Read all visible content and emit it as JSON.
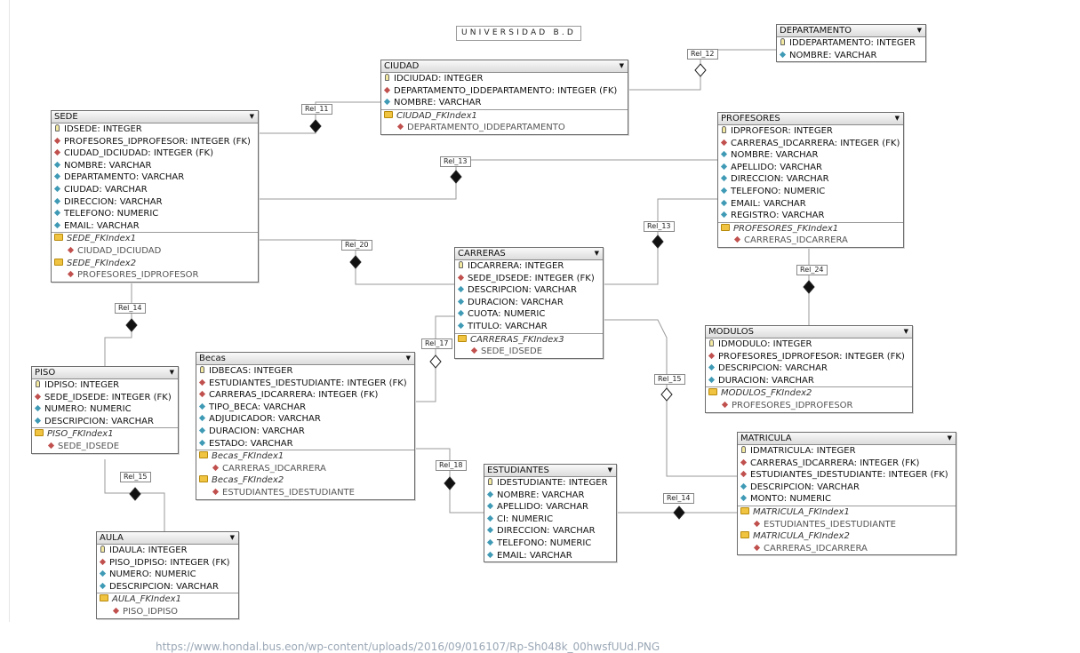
{
  "title": "UNIVERSIDAD B.D",
  "caption": "https://www.hondal.bus.eon/wp-content/uploads/2016/09/016107/Rp-Sh048k_00hwsfUUd.PNG",
  "icons": {
    "pk": "key-icon",
    "fk": "red-diamond-icon",
    "attr": "blue-diamond-icon",
    "index": "index-folder-icon",
    "dropdown": "chevron-down-icon"
  },
  "entities": {
    "departamento": {
      "name": "DEPARTAMENTO",
      "fields": [
        "IDDEPARTAMENTO: INTEGER",
        "NOMBRE: VARCHAR"
      ],
      "indexes": []
    },
    "ciudad": {
      "name": "CIUDAD",
      "fields": [
        "IDCIUDAD: INTEGER",
        "DEPARTAMENTO_IDDEPARTAMENTO: INTEGER (FK)",
        "NOMBRE: VARCHAR"
      ],
      "indexes": [
        {
          "name": "CIUDAD_FKIndex1",
          "cols": [
            "DEPARTAMENTO_IDDEPARTAMENTO"
          ]
        }
      ]
    },
    "sede": {
      "name": "SEDE",
      "fields": [
        "IDSEDE: INTEGER",
        "PROFESORES_IDPROFESOR: INTEGER (FK)",
        "CIUDAD_IDCIUDAD: INTEGER (FK)",
        "NOMBRE: VARCHAR",
        "DEPARTAMENTO: VARCHAR",
        "CIUDAD: VARCHAR",
        "DIRECCION: VARCHAR",
        "TELEFONO: NUMERIC",
        "EMAIL: VARCHAR"
      ],
      "indexes": [
        {
          "name": "SEDE_FKIndex1",
          "cols": [
            "CIUDAD_IDCIUDAD"
          ]
        },
        {
          "name": "SEDE_FKIndex2",
          "cols": [
            "PROFESORES_IDPROFESOR"
          ]
        }
      ]
    },
    "profesores": {
      "name": "PROFESORES",
      "fields": [
        "IDPROFESOR: INTEGER",
        "CARRERAS_IDCARRERA: INTEGER (FK)",
        "NOMBRE: VARCHAR",
        "APELLIDO: VARCHAR",
        "DIRECCION: VARCHAR",
        "TELEFONO: NUMERIC",
        "EMAIL: VARCHAR",
        "REGISTRO: VARCHAR"
      ],
      "indexes": [
        {
          "name": "PROFESORES_FKIndex1",
          "cols": [
            "CARRERAS_IDCARRERA"
          ]
        }
      ]
    },
    "carreras": {
      "name": "CARRERAS",
      "fields": [
        "IDCARRERA: INTEGER",
        "SEDE_IDSEDE: INTEGER (FK)",
        "DESCRIPCION: VARCHAR",
        "DURACION: VARCHAR",
        "CUOTA: NUMERIC",
        "TITULO: VARCHAR"
      ],
      "indexes": [
        {
          "name": "CARRERAS_FKIndex3",
          "cols": [
            "SEDE_IDSEDE"
          ]
        }
      ]
    },
    "modulos": {
      "name": "MODULOS",
      "fields": [
        "IDMODULO: INTEGER",
        "PROFESORES_IDPROFESOR: INTEGER (FK)",
        "DESCRIPCION: VARCHAR",
        "DURACION: VARCHAR"
      ],
      "indexes": [
        {
          "name": "MODULOS_FKIndex2",
          "cols": [
            "PROFESORES_IDPROFESOR"
          ]
        }
      ]
    },
    "piso": {
      "name": "PISO",
      "fields": [
        "IDPISO: INTEGER",
        "SEDE_IDSEDE: INTEGER (FK)",
        "NUMERO: NUMERIC",
        "DESCRIPCION: VARCHAR"
      ],
      "indexes": [
        {
          "name": "PISO_FKIndex1",
          "cols": [
            "SEDE_IDSEDE"
          ]
        }
      ]
    },
    "becas": {
      "name": "Becas",
      "fields": [
        "IDBECAS: INTEGER",
        "ESTUDIANTES_IDESTUDIANTE: INTEGER (FK)",
        "CARRERAS_IDCARRERA: INTEGER (FK)",
        "TIPO_BECA: VARCHAR",
        "ADJUDICADOR: VARCHAR",
        "DURACION: VARCHAR",
        "ESTADO: VARCHAR"
      ],
      "indexes": [
        {
          "name": "Becas_FKIndex1",
          "cols": [
            "CARRERAS_IDCARRERA"
          ]
        },
        {
          "name": "Becas_FKIndex2",
          "cols": [
            "ESTUDIANTES_IDESTUDIANTE"
          ]
        }
      ]
    },
    "matricula": {
      "name": "MATRICULA",
      "fields": [
        "IDMATRICULA: INTEGER",
        "CARRERAS_IDCARRERA: INTEGER (FK)",
        "ESTUDIANTES_IDESTUDIANTE: INTEGER (FK)",
        "DESCRIPCION: VARCHAR",
        "MONTO: NUMERIC"
      ],
      "indexes": [
        {
          "name": "MATRICULA_FKIndex1",
          "cols": [
            "ESTUDIANTES_IDESTUDIANTE"
          ]
        },
        {
          "name": "MATRICULA_FKIndex2",
          "cols": [
            "CARRERAS_IDCARRERA"
          ]
        }
      ]
    },
    "estudiantes": {
      "name": "ESTUDIANTES",
      "fields": [
        "IDESTUDIANTE: INTEGER",
        "NOMBRE: VARCHAR",
        "APELLIDO: VARCHAR",
        "CI: NUMERIC",
        "DIRECCION: VARCHAR",
        "TELEFONO: NUMERIC",
        "EMAIL: VARCHAR"
      ],
      "indexes": []
    },
    "aula": {
      "name": "AULA",
      "fields": [
        "IDAULA: INTEGER",
        "PISO_IDPISO: INTEGER (FK)",
        "NUMERO: NUMERIC",
        "DESCRIPCION: VARCHAR"
      ],
      "indexes": [
        {
          "name": "AULA_FKIndex1",
          "cols": [
            "PISO_IDPISO"
          ]
        }
      ]
    }
  },
  "relations": {
    "r12": "Rel_12",
    "r11": "Rel_11",
    "r13a": "Rel_13",
    "r13b": "Rel_13",
    "r20": "Rel_20",
    "r24": "Rel_24",
    "r14a": "Rel_14",
    "r17": "Rel_17",
    "r15a": "Rel_15",
    "r18": "Rel_18",
    "r15b": "Rel_15",
    "r14b": "Rel_14"
  }
}
